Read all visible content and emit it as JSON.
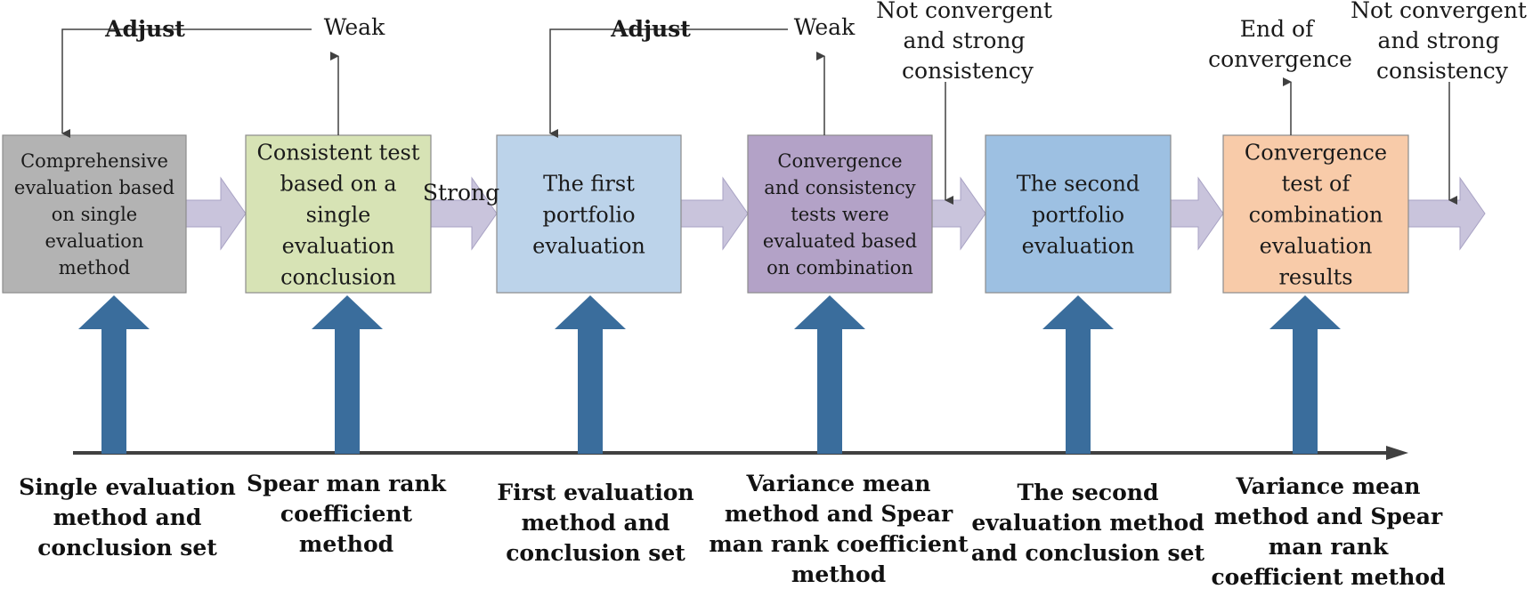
{
  "colors": {
    "box1": "#b3b3b3",
    "box2": "#d7e3b5",
    "box3": "#bcd3ea",
    "box4": "#b3a2c7",
    "box5": "#9dc0e2",
    "box6": "#f8cba9",
    "flow_arrow": "#c9c4dc",
    "support_arrow": "#3a6d9c",
    "line": "#404040"
  },
  "stages": [
    {
      "lines": [
        "Comprehensive",
        "evaluation based",
        "on single",
        "evaluation",
        "method"
      ]
    },
    {
      "lines": [
        "Consistent test",
        "based on a",
        "single",
        "evaluation",
        "conclusion"
      ]
    },
    {
      "lines": [
        "The first",
        "portfolio",
        "evaluation"
      ]
    },
    {
      "lines": [
        "Convergence",
        "and consistency",
        "tests were",
        "evaluated based",
        "on combination"
      ]
    },
    {
      "lines": [
        "The second",
        "portfolio",
        "evaluation"
      ]
    },
    {
      "lines": [
        "Convergence",
        "test of",
        "combination",
        "evaluation",
        "results"
      ]
    }
  ],
  "annotations": {
    "adjust_1": "Adjust",
    "weak_1": "Weak",
    "strong": "Strong",
    "adjust_2": "Adjust",
    "weak_2": "Weak",
    "not_convergent_1": [
      "Not convergent",
      "and strong",
      "consistency"
    ],
    "end_of_convergence": [
      "End of",
      "convergence"
    ],
    "not_convergent_2": [
      "Not convergent",
      "and strong",
      "consistency"
    ]
  },
  "bottom_labels": [
    {
      "lines": [
        "Single evaluation",
        "method and",
        "conclusion set"
      ]
    },
    {
      "lines": [
        "Spear man rank",
        "coefficient",
        "method"
      ]
    },
    {
      "lines": [
        "First evaluation",
        "method and",
        "conclusion set"
      ]
    },
    {
      "lines": [
        "Variance mean",
        "method and Spear",
        "man rank coefficient",
        "method"
      ]
    },
    {
      "lines": [
        "The second",
        "evaluation method",
        "and conclusion set"
      ]
    },
    {
      "lines": [
        "Variance mean",
        "method and Spear",
        "man rank",
        "coefficient method"
      ]
    }
  ]
}
